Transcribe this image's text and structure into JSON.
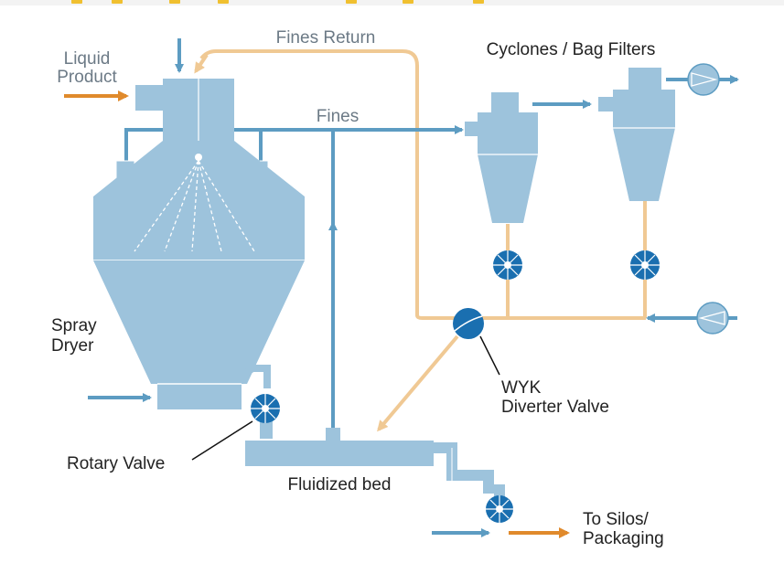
{
  "labels": {
    "liquid_product_1": "Liquid",
    "liquid_product_2": "Product",
    "fines_return": "Fines Return",
    "fines": "Fines",
    "cyclones": "Cyclones / Bag Filters",
    "spray_dryer_1": "Spray",
    "spray_dryer_2": "Dryer",
    "wyk_1": "WYK",
    "wyk_2": "Diverter Valve",
    "rotary_valve": "Rotary Valve",
    "fluidized_bed": "Fluidized bed",
    "silos_1": "To Silos/",
    "silos_2": "Packaging"
  },
  "colors": {
    "equipment": "#9dc3dc",
    "pipe": "#5d9cc2",
    "valve": "#1a6fb0",
    "fines_return_line": "#f0c994",
    "product_arrow": "#e08a2c"
  },
  "icons": [
    "rotary-valve-icon",
    "fan-icon",
    "diverter-valve-icon"
  ]
}
